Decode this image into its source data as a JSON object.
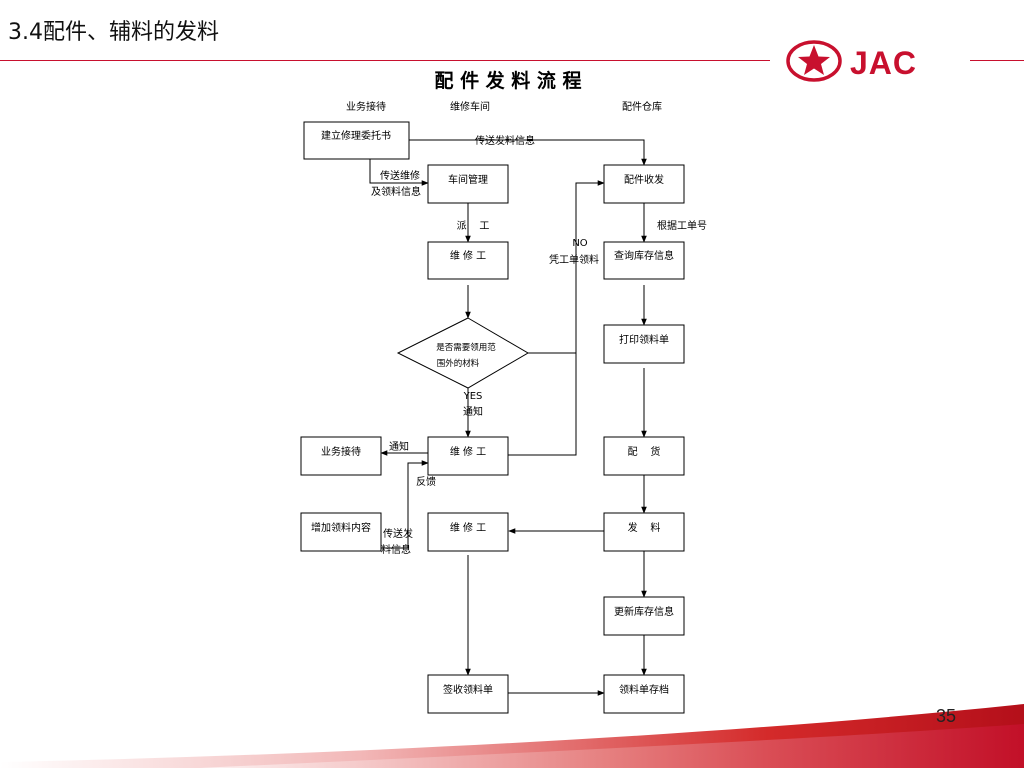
{
  "slide": {
    "title": "3.4配件、辅料的发料",
    "page_number": "35",
    "logo_text": "JAC",
    "brand_red": "#c8102e"
  },
  "diagram": {
    "title": "配 件 发 料 流 程",
    "lanes": {
      "reception": "业务接待",
      "workshop": "维修车间",
      "warehouse": "配件仓库"
    },
    "boxes": {
      "create_order": "建立修理委托书",
      "workshop_mgmt": "车间管理",
      "parts_receive": "配件收发",
      "repair1": "维 修 工",
      "query_stock": "查询库存信息",
      "print_requisition": "打印领料单",
      "repair2": "维 修 工",
      "prepare_goods": "配    货",
      "reception_box": "业务接待",
      "add_material": "增加领料内容",
      "repair3": "维 修 工",
      "issue_material": "发    料",
      "update_stock": "更新库存信息",
      "sign_requisition": "签收领料单",
      "archive_requisition": "领料单存档"
    },
    "decision": {
      "line1": "是否需要领用范",
      "line2": "围外的材料"
    },
    "labels": {
      "send_issue_info": "传送发料信息",
      "send_repair_line1": "传送维修",
      "send_repair_line2": "及领料信息",
      "dispatch": "派    工",
      "by_work_order": "根据工单号",
      "no": "NO",
      "by_work_order_pick": "凭工单领料",
      "yes": "YES",
      "notify1": "通知",
      "notify2": "通知",
      "feedback": "反馈",
      "send_material_line1": "传送发",
      "send_material_line2": "料信息"
    }
  }
}
